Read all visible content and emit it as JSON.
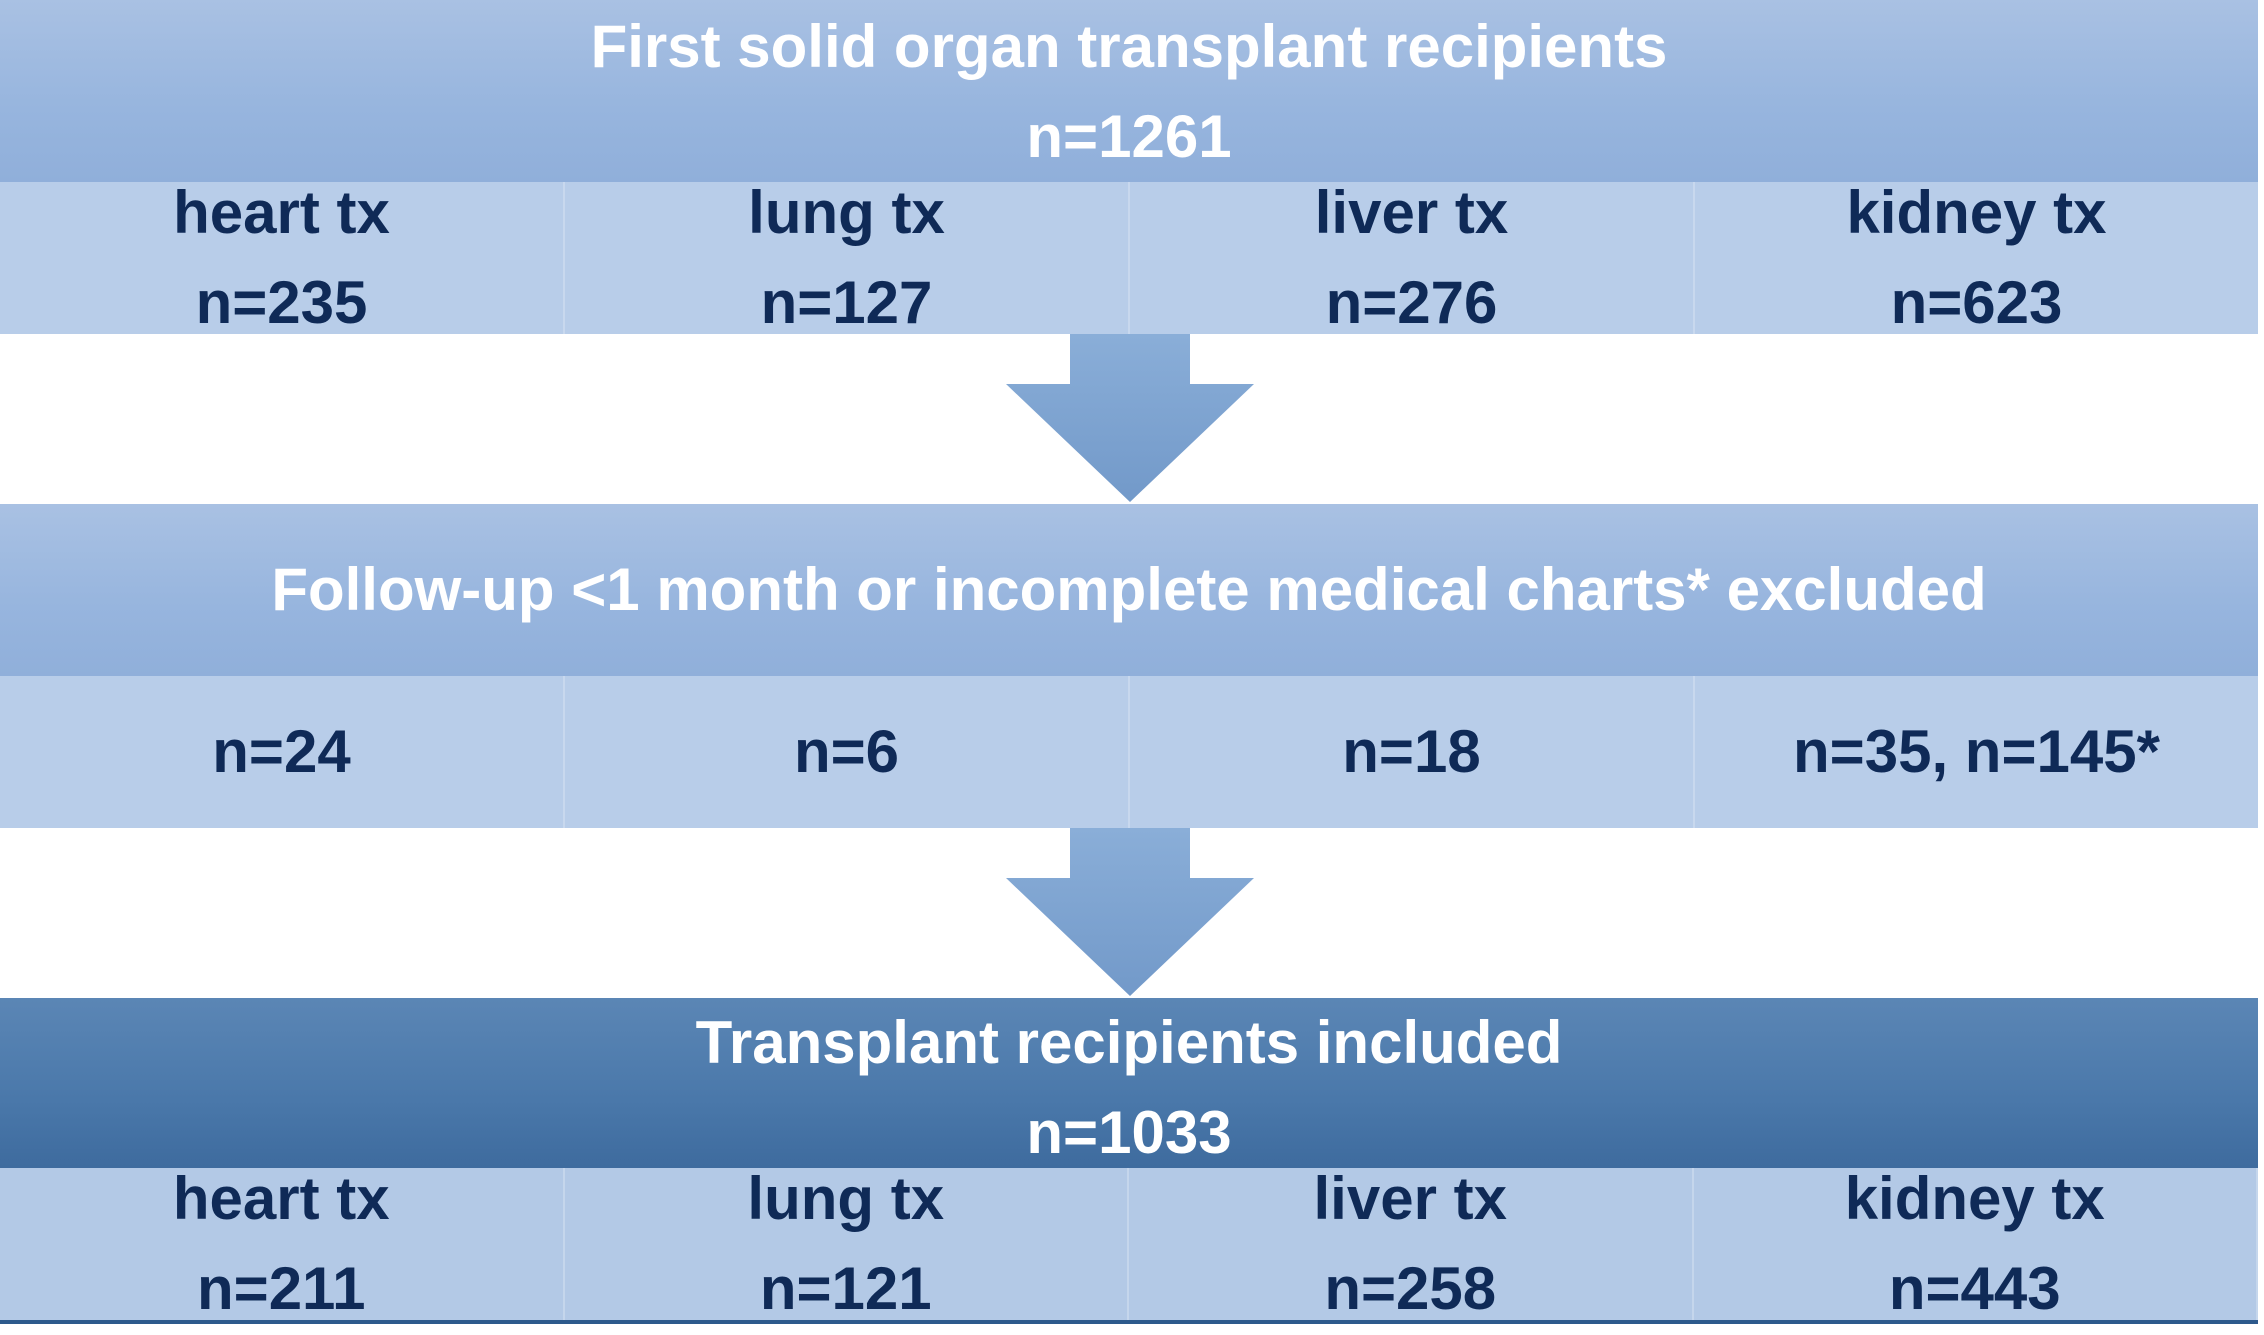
{
  "top": {
    "title": "First solid organ transplant recipients",
    "total": "n=1261",
    "groups": [
      {
        "label": "heart tx",
        "n": "n=235"
      },
      {
        "label": "lung tx",
        "n": "n=127"
      },
      {
        "label": "liver tx",
        "n": "n=276"
      },
      {
        "label": "kidney tx",
        "n": "n=623"
      }
    ]
  },
  "excluded": {
    "title": "Follow-up <1 month or incomplete medical charts* excluded",
    "counts": [
      "n=24",
      "n=6",
      "n=18",
      "n=35, n=145*"
    ]
  },
  "included": {
    "title": "Transplant recipients included",
    "total": "n=1033",
    "groups": [
      {
        "label": "heart tx",
        "n": "n=211"
      },
      {
        "label": "lung tx",
        "n": "n=121"
      },
      {
        "label": "liver tx",
        "n": "n=258"
      },
      {
        "label": "kidney tx",
        "n": "n=443"
      }
    ]
  },
  "colors": {
    "header_light": "#97b5de",
    "header_dark": "#4a78aa",
    "row_fill": "#b8cde9",
    "text_dark": "#0f2a57",
    "arrow": "#84a8d3"
  }
}
